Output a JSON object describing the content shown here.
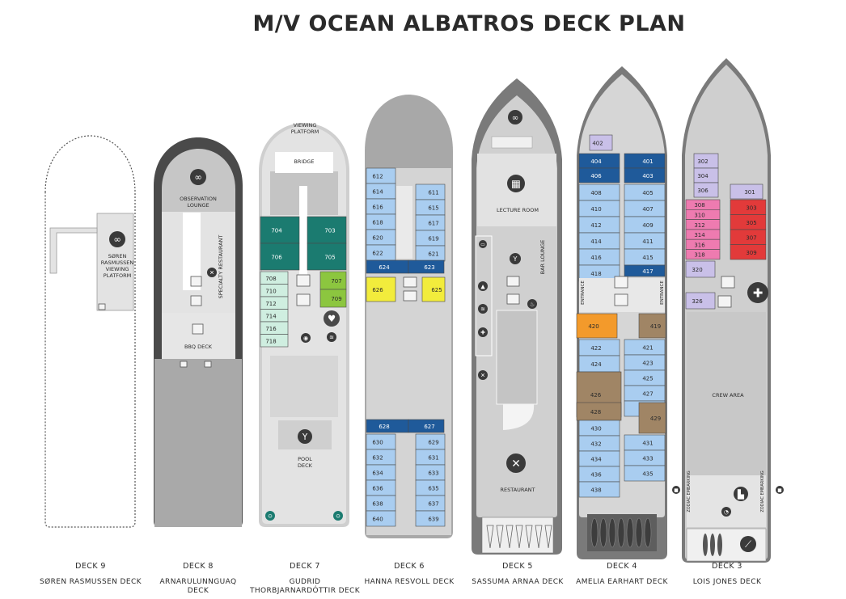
{
  "title": "M/V OCEAN ALBATROS DECK PLAN",
  "colors": {
    "hull": "#4a4a4a",
    "light_grey": "#e3e3e3",
    "mid_grey": "#c4c4c4",
    "teal": "#1b7b70",
    "mint": "#cfeee0",
    "green": "#8cc63f",
    "blue_light": "#a9cdf0",
    "blue_dark": "#1f5a9a",
    "yellow": "#f2ec3c",
    "orange": "#f39a2b",
    "brown": "#a08565",
    "lilac": "#c9c0e8",
    "pink": "#ee7bb0",
    "red": "#e23a3a",
    "white": "#ffffff"
  },
  "decks": [
    {
      "number": "DECK 9",
      "name": "SØREN RASMUSSEN DECK"
    },
    {
      "number": "DECK 8",
      "name_lines": [
        "ARNARULUNNGUAQ",
        "DECK"
      ]
    },
    {
      "number": "DECK 7",
      "name_lines": [
        "GUDRID",
        "THORBJARNARDÓTTIR DECK"
      ]
    },
    {
      "number": "DECK 6",
      "name": "HANNA RESVOLL DECK"
    },
    {
      "number": "DECK 5",
      "name": "SASSUMA ARNAA DECK"
    },
    {
      "number": "DECK 4",
      "name": "AMELIA EARHART DECK"
    },
    {
      "number": "DECK 3",
      "name": "LOIS JONES DECK"
    }
  ],
  "areas": {
    "viewing_platform_9": [
      "SØREN",
      "RASMUSSEN",
      "VIEWING",
      "PLATFORM"
    ],
    "observation_lounge": [
      "OBSERVATION",
      "LOUNGE"
    ],
    "specialty_restaurant": "SPECIALTY RESTAURANT",
    "bbq_deck": "BBQ DECK",
    "viewing_platform_7": [
      "VIEWING",
      "PLATFORM"
    ],
    "bridge": "BRIDGE",
    "pool_deck": [
      "POOL",
      "DECK"
    ],
    "lecture_room": "LECTURE ROOM",
    "bar_lounge": [
      "BAR",
      "LOUNGE"
    ],
    "restaurant": "RESTAURANT",
    "entrance": "ENTRANCE",
    "crew_area": "CREW AREA",
    "zodiac_embarking": "ZODIAC EMBARKING"
  },
  "cabins": {
    "deck7": {
      "teal": [
        "704",
        "703",
        "706",
        "705"
      ],
      "mint": [
        "708",
        "710",
        "712",
        "714",
        "716",
        "718"
      ],
      "green": [
        "707",
        "709"
      ]
    },
    "deck6": {
      "dark_blue": [
        "624",
        "623",
        "628",
        "627"
      ],
      "yellow": [
        "626",
        "625"
      ],
      "light_blue_left_top": [
        "612",
        "614",
        "616",
        "618",
        "620",
        "622"
      ],
      "light_blue_right_top": [
        "611",
        "615",
        "617",
        "619",
        "621"
      ],
      "light_blue_left_bottom": [
        "630",
        "632",
        "634",
        "636",
        "638",
        "640"
      ],
      "light_blue_right_bottom": [
        "629",
        "631",
        "633",
        "635",
        "637",
        "639"
      ]
    },
    "deck4": {
      "lilac": [
        "402"
      ],
      "dark_blue": [
        "404",
        "401",
        "406",
        "403",
        "417"
      ],
      "left": [
        "408",
        "410",
        "412",
        "414",
        "416",
        "418"
      ],
      "right": [
        "405",
        "407",
        "409",
        "411",
        "415"
      ],
      "orange": [
        "420"
      ],
      "brown": [
        "419",
        "426",
        "428",
        "429"
      ],
      "left_lower": [
        "422",
        "424",
        "430",
        "432",
        "434",
        "436",
        "438"
      ],
      "right_lower": [
        "421",
        "423",
        "425",
        "427",
        "431",
        "433",
        "435"
      ]
    },
    "deck3": {
      "lilac_left": [
        "302",
        "304",
        "306"
      ],
      "lilac_right": [
        "301"
      ],
      "pink": [
        "308",
        "310",
        "312",
        "314",
        "316",
        "318"
      ],
      "red": [
        "303",
        "305",
        "307",
        "309"
      ],
      "lilac_lower": [
        "320",
        "326"
      ]
    }
  },
  "icons": [
    "binoculars-icon",
    "stairs-icon",
    "elevator-icon",
    "restaurant-icon",
    "heart-icon",
    "sauna-icon",
    "cocktail-icon",
    "lifebuoy-icon",
    "lecture-icon",
    "gift-icon",
    "medical-cross-icon",
    "boot-icon",
    "kayak-icon",
    "zodiac-icon"
  ]
}
